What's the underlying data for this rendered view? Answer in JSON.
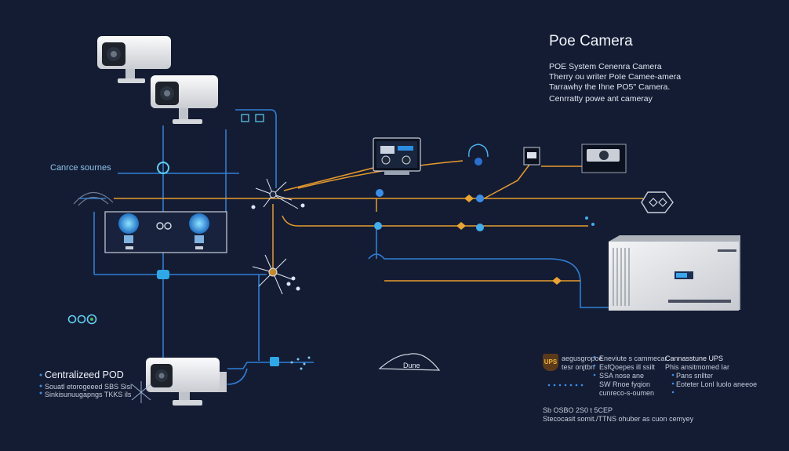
{
  "header": {
    "title": "Poe Camera",
    "lines": [
      "POE System  Cenenra Camera",
      "Therry ou writer PoIe Camee-amera",
      "Tarrawhy the Ihne PO5\" Camera."
    ],
    "sub": "Cenrratty powe ant cameray"
  },
  "labels": {
    "sources": "Canrce sournes",
    "pod": "Centralizeed POD",
    "pod_note_1": "Souatl etorogeeed SBS Sisl",
    "pod_note_2": "Sinkisunuugapngs TKKS ils",
    "cloud": "Dune"
  },
  "ups": {
    "badge": "UPS",
    "col1": [
      "aegusgropoe",
      "tesr onjtbn"
    ],
    "col2": [
      "Eneviute s cammecar",
      "EsfQoepes ill ssilt",
      "SSA nose ane",
      "SW Rnoe fyqion",
      "cunreco-s-oumen"
    ],
    "col3": [
      "Cannasstune UPS",
      "Phis ansitmomed Iar",
      "Pans snllter"
    ],
    "col4": "Eoteter Lonl Iuolo aneeoe",
    "foot1": "Sb OSBO 2S0 t  5CEP",
    "foot2": "Stecocasit somit./TTNS ohuber as cuon cemyey"
  },
  "colors": {
    "background": "#141c33",
    "orange": "#e79b2c",
    "blue": "#2f7fd6",
    "cyan": "#5fd0f2"
  }
}
